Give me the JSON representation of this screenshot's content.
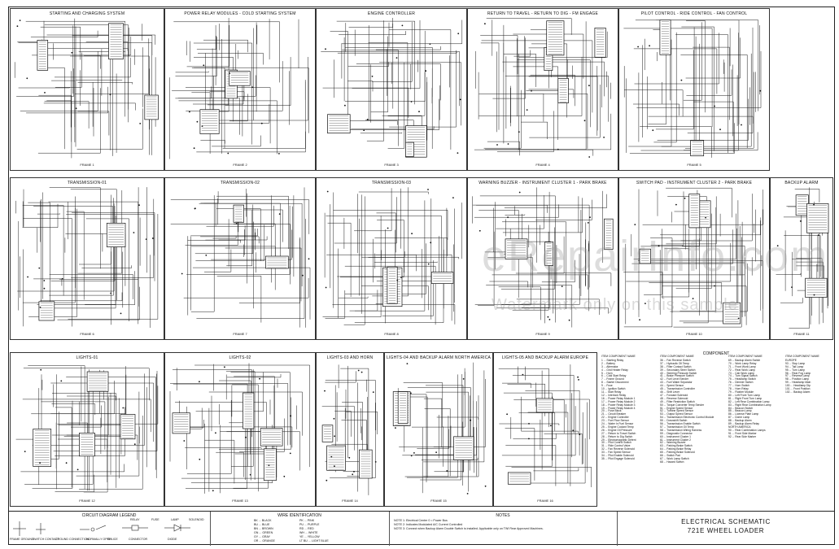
{
  "frames": [
    {
      "title": "STARTING AND CHARGING SYSTEM",
      "label": "FRAME 1"
    },
    {
      "title": "POWER RELAY MODULES - COLD STARTING SYSTEM",
      "label": "FRAME 2"
    },
    {
      "title": "ENGINE CONTROLLER",
      "label": "FRAME 3"
    },
    {
      "title": "RETURN TO TRAVEL - RETURN TO DIG - FM ENGAGE",
      "label": "FRAME 4"
    },
    {
      "title": "PILOT CONTROL - RIDE CONTROL - FAN CONTROL",
      "label": "FRAME 5"
    },
    {
      "title": "TRANSMISSION-01",
      "label": "FRAME 6"
    },
    {
      "title": "TRANSMISSION-02",
      "label": "FRAME 7"
    },
    {
      "title": "TRANSMISSION-03",
      "label": "FRAME 8"
    },
    {
      "title": "WARNING BUZZER - INSTRUMENT CLUSTER 1 - PARK BRAKE",
      "label": "FRAME 9"
    },
    {
      "title": "SWITCH PAD - INSTRUMENT CLUSTER 2 - PARK BRAKE",
      "label": "FRAME 10"
    },
    {
      "title": "BACKUP ALARM",
      "label": "FRAME 11"
    },
    {
      "title": "LIGHTS-01",
      "label": "FRAME 12"
    },
    {
      "title": "LIGHTS-02",
      "label": "FRAME 13"
    },
    {
      "title": "LIGHTS-03 AND HORN",
      "label": "FRAME 14"
    },
    {
      "title": "LIGHTS-04 AND BACKUP ALARM NORTH AMERICA",
      "label": "FRAME 15"
    },
    {
      "title": "LIGHTS-05 AND BACKUP ALARM EUROPE",
      "label": "FRAME 16"
    }
  ],
  "components": {
    "heading": "COMPONENT",
    "col_header": "ITEM  COMPONENT NAME",
    "col1": [
      "1 ... Starting Relay",
      "2 ... Battery",
      "3 ... Alternator",
      "4 ... Grid Heater Relay",
      "5 ... Horn",
      "6 ... Cold Start Relay",
      "7 ... Frame Ground",
      "8 ... Starter Disconnect",
      "9 ... Fuse",
      "10 ... Ignition Switch",
      "11 ... Start Relay",
      "12 ... Interlock Relay",
      "16 ... Power Relay Module 1",
      "17 ... Power Relay Module 2",
      "18 ... Power Relay Module 3",
      "19 ... Power Relay Module 4",
      "20 ... Fuse Block",
      "21 ... Circuit Breaker",
      "22 ... Engine Controller",
      "23 ... Fuel Flow Sensor",
      "24 ... Water In Fuel Sensor",
      "25 ... Engine Coolant Temp",
      "26 ... Engine Oil Pressure",
      "27 ... Return to Travel Switch",
      "28 ... Return to Dig Switch",
      "29 ... Electromagnetic Detent",
      "30 ... Pilot Control Switch",
      "31 ... Ride Control Valve",
      "32 ... Fan Reverse Solenoid",
      "33 ... Fan Speed Sensor",
      "34 ... Pilot Enable Solenoid",
      "35 ... Pilot Engage Solenoid"
    ],
    "col2": [
      "36 ... Fan Reverse Switch",
      "37 ... Hydraulic Oil Temp",
      "38 ... Filter Contact Switch",
      "39 ... Secondary Steer Switch",
      "40 ... Steering Pressure Switch",
      "41 ... Brake Pressure Switch",
      "42 ... Fuel Level Sender",
      "43 ... Fuel Water Separator",
      "44 ... Speed Sensor",
      "45 ... Transmission Controller",
      "46 ... Shift Lever",
      "47 ... Forward Solenoid",
      "48 ... Reverse Solenoid",
      "49 ... Filter Restriction Switch",
      "50 ... Torque Converter Temp Sender",
      "51 ... Engine Speed Sensor",
      "52 ... Turbine Speed Sensor",
      "53 ... Output Speed Sensor",
      "54 ... Transmission Electronic Control Module",
      "55 ... Downshift Switch",
      "56 ... Transmission Enable Switch",
      "57 ... Transmission Oil Temp",
      "58 ... Transmission Wiring Harness",
      "59 ... Diagnostic Connector",
      "60 ... Instrument Cluster 1",
      "61 ... Instrument Cluster 2",
      "62 ... Warning Buzzer",
      "63 ... Parking Brake Switch",
      "64 ... Parking Brake Relay",
      "65 ... Parking Brake Solenoid",
      "66 ... Switch Pad",
      "67 ... Work Lamp Switch",
      "68 ... Hazard Switch"
    ],
    "col3": [
      "69 ... Backup Alarm Switch",
      "70 ... Work Lamp Relay",
      "71 ... Front Work Lamp",
      "72 ... Rear Work Lamp",
      "73 ... Cab Work Lamp",
      "74 ... Turn Signal Switch",
      "75 ... Headlamp Switch",
      "76 ... Dimmer Switch",
      "77 ... Horn Switch",
      "78 ... Horn Relay",
      "79 ... Flasher Module",
      "80 ... Left Front Turn Lamp",
      "81 ... Right Front Turn Lamp",
      "82 ... Left Rear Combination Lamp",
      "83 ... Right Rear Combination Lamp",
      "84 ... Beacon Switch",
      "85 ... Beacon Lamp",
      "86 ... License Plate Lamp",
      "87 ... Dome Lamp",
      "88 ... Backup Alarm",
      "89 ... Backup Alarm Relay",
      "NORTH AMERICA",
      "90 ... Rear Combination Lamps",
      "91 ... Front Side Marker",
      "92 ... Rear Side Marker"
    ],
    "col4": [
      "EUROPE",
      "93 ... Stop Lamp",
      "94 ... Tail Lamp",
      "95 ... Turn Lamp",
      "96 ... Rear Fog Lamp",
      "97 ... Reverse Lamp",
      "98 ... Position Lamp",
      "99 ... Headlamp Main",
      "100 ... Headlamp Dip",
      "101 ... Front Position",
      "102 ... Backup Alarm"
    ]
  },
  "legend": {
    "circuit_heading": "CIRCUIT DIAGRAM LEGEND",
    "circuit_items": [
      "FRAME GROUND",
      "SWITCH CONTACT",
      "GROUND CONNECTION",
      "NORMALLY OPEN",
      "SPLICE",
      "CONNECTOR",
      "DIODE",
      "RELAY",
      "FUSE",
      "LAMP",
      "SOLENOID"
    ],
    "wire_heading": "WIRE IDENTIFICATION",
    "wire_items": [
      "BK ... BLACK",
      "BU ... BLUE",
      "BN ... BROWN",
      "GN ... GREEN",
      "GY ... GRAY",
      "OR ... ORANGE",
      "PK ... PINK",
      "PU ... PURPLE",
      "RD ... RED",
      "WH ... WHITE",
      "YE ... YELLOW",
      "LT BU ... LIGHT BLUE"
    ],
    "notes_heading": "NOTES",
    "notes": [
      "NOTE 1: Electrical Center 0 = Power Bus",
      "NOTE 2: Indicates Modulated A/C Current Controlled",
      "NOTE 3: Connect when Backup Alarm Double Switch is installed. Applicable only on TWI Rear Approved Machines."
    ]
  },
  "title_block": {
    "line1": "ELECTRICAL SCHEMATIC",
    "line2": "721E WHEEL LOADER"
  },
  "watermark": "eRepairInfo.com",
  "watermark_sub": "Watermark only on this sample"
}
